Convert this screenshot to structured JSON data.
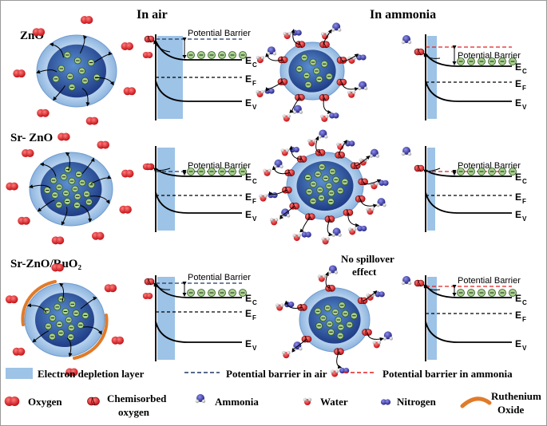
{
  "columns": {
    "air": "In air",
    "ammonia": "In ammonia"
  },
  "rows": [
    "ZnO",
    "Sr- ZnO",
    "Sr-ZnO/RuO₂"
  ],
  "no_spillover": [
    "No spillover",
    "effect"
  ],
  "barrier_label": "Potential Barrier",
  "levels": {
    "ec": "E",
    "ec_sub": "C",
    "ef": "E",
    "ef_sub": "F",
    "ev": "E",
    "ev_sub": "V"
  },
  "legend": {
    "depletion": "Electron depletion layer",
    "barrier_air": "Potential barrier in air",
    "barrier_ammonia": "Potential barrier in ammonia",
    "oxygen": "Oxygen",
    "chemisorbed": [
      "Chemisorbed",
      "oxygen"
    ],
    "ammonia": "Ammonia",
    "water": "Water",
    "nitrogen": "Nitrogen",
    "ruthenium": [
      "Ruthenium",
      "Oxide"
    ]
  },
  "colors": {
    "depletion": "#9dc3e6",
    "barrier_air": "#1f3864",
    "barrier_ammonia": "#e02020",
    "oxygen": "#e3262b",
    "ammonia": "#3b3aa6",
    "ruthenium": "#e07b2a",
    "electron": "#a9d18e"
  }
}
